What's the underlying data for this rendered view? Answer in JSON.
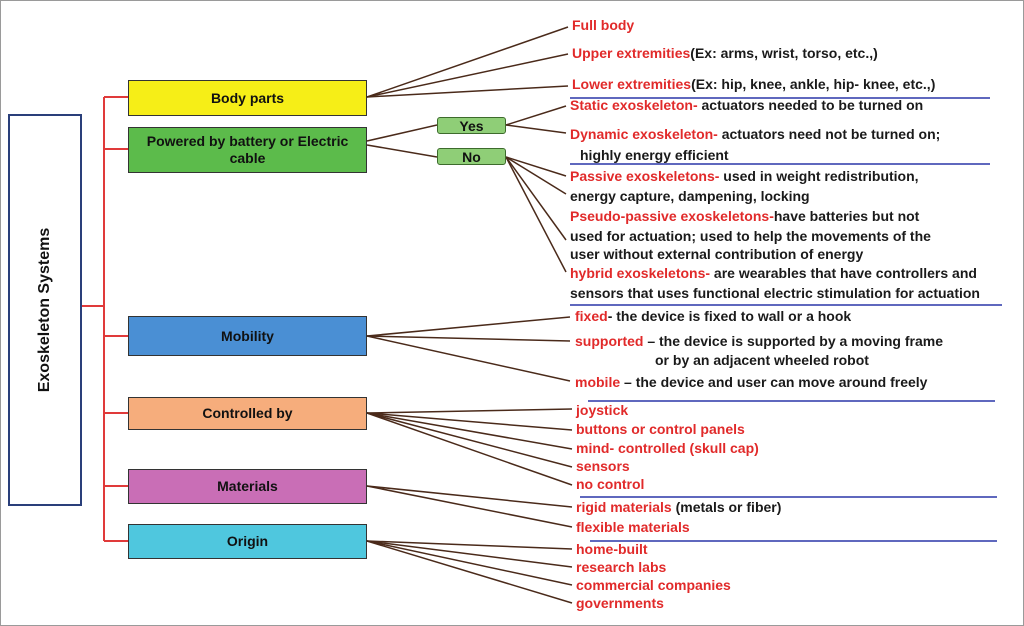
{
  "root": {
    "title": "Exoskeleton Systems"
  },
  "categories": {
    "body_parts": "Body parts",
    "powered": "Powered by battery or Electric cable",
    "mobility": "Mobility",
    "controlled": "Controlled by",
    "materials": "Materials",
    "origin": "Origin"
  },
  "powered_options": {
    "yes": "Yes",
    "no": "No"
  },
  "leaves": {
    "full_body": {
      "term": "Full body"
    },
    "upper": {
      "term": "Upper extremities",
      "desc": "(Ex: arms, wrist, torso, etc.,)"
    },
    "lower": {
      "term": "Lower extremities",
      "desc": "(Ex: hip, knee, ankle, hip- knee, etc.,)"
    },
    "static": {
      "term": "Static exoskeleton-",
      "desc": " actuators needed to be turned on"
    },
    "dynamic": {
      "term": "Dynamic exoskeleton-",
      "desc": " actuators need not  be turned on;",
      "desc2": "highly energy efficient"
    },
    "passive": {
      "term": "Passive exoskeletons-",
      "desc": " used in weight redistribution,",
      "desc2": "energy capture, dampening, locking"
    },
    "pseudo": {
      "term": "Pseudo-passive exoskeletons-",
      "desc": "have batteries but not",
      "desc2": "used for actuation; used to help the movements of the",
      "desc3": "user without external contribution of energy"
    },
    "hybrid": {
      "term": "hybrid exoskeletons-",
      "desc": " are wearables that have controllers and",
      "desc2": "sensors that uses functional electric stimulation for actuation"
    },
    "fixed": {
      "term": "fixed",
      "desc": "- the device is fixed to wall or a hook"
    },
    "supported": {
      "term": "supported",
      "desc": " – the device is supported by a moving frame",
      "desc2": "or by an adjacent wheeled robot"
    },
    "mobile": {
      "term": "mobile",
      "desc": " – the device and user can move around freely"
    },
    "joystick": {
      "term": "joystick"
    },
    "buttons": {
      "term": "buttons or control panels"
    },
    "mind": {
      "term": "mind- controlled (skull cap)"
    },
    "sensors": {
      "term": "sensors"
    },
    "no_control": {
      "term": "no control"
    },
    "rigid": {
      "term": "rigid materials",
      "desc": " (metals or fiber)"
    },
    "flexible": {
      "term": "flexible materials"
    },
    "home": {
      "term": "home-built"
    },
    "research": {
      "term": "research labs"
    },
    "commercial": {
      "term": "commercial companies"
    },
    "governments": {
      "term": "governments"
    }
  },
  "colors": {
    "body_parts": "#f6ee17",
    "powered": "#5cbb4b",
    "mobility": "#4a8fd4",
    "controlled": "#f6ad7c",
    "materials": "#c96eb6",
    "origin": "#4fc7de",
    "yes_no": "#8fce77",
    "trunk": "#e03a3a",
    "branch": "#4a2a1a",
    "separator": "#2a36a8",
    "term": "#e12a2a"
  }
}
